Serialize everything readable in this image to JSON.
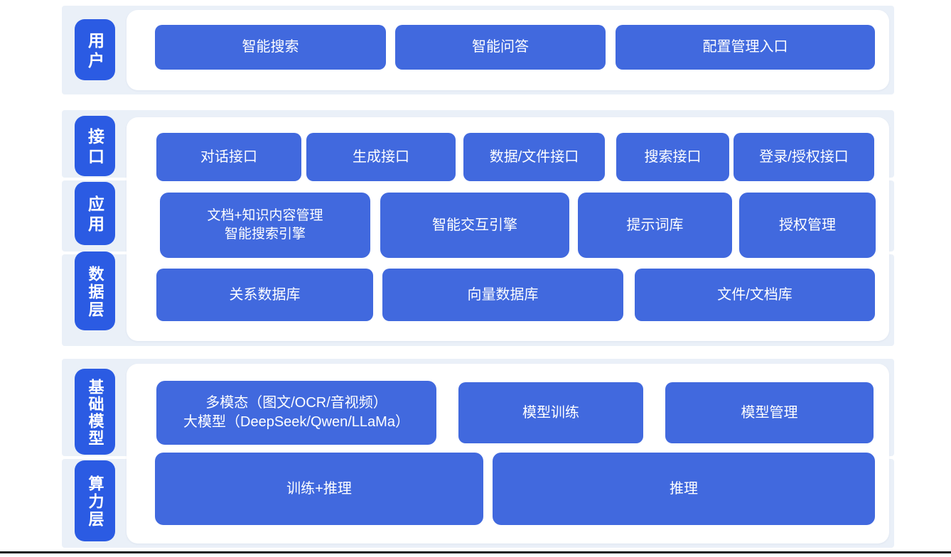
{
  "colors": {
    "tab_blue": "#2B5BE3",
    "node_blue": "#4169DE",
    "section_bg": "#EAF0F8",
    "rule_color": "#161616"
  },
  "sections": [
    {
      "tabs": [
        {
          "label": "用户"
        }
      ],
      "rows": [
        {
          "buttons": [
            {
              "label": "智能搜索"
            },
            {
              "label": "智能问答"
            },
            {
              "label": "配置管理入口"
            }
          ]
        }
      ]
    },
    {
      "tabs": [
        {
          "label": "接口"
        },
        {
          "label": "应用"
        },
        {
          "label": "数据层"
        }
      ],
      "rows": [
        {
          "buttons": [
            {
              "label": "对话接口"
            },
            {
              "label": "生成接口"
            },
            {
              "label": "数据/文件接口"
            },
            {
              "label": "搜索接口"
            },
            {
              "label": "登录/授权接口"
            }
          ]
        },
        {
          "buttons": [
            {
              "label": "文档+知识内容管理\n智能搜索引擎"
            },
            {
              "label": "智能交互引擎"
            },
            {
              "label": "提示词库"
            },
            {
              "label": "授权管理"
            }
          ]
        },
        {
          "buttons": [
            {
              "label": "关系数据库"
            },
            {
              "label": "向量数据库"
            },
            {
              "label": "文件/文档库"
            }
          ]
        }
      ]
    },
    {
      "tabs": [
        {
          "label": "基础模型"
        },
        {
          "label": "算力层"
        }
      ],
      "rows": [
        {
          "buttons": [
            {
              "label": "多模态（图文/OCR/音视频）\n大模型（DeepSeek/Qwen/LLaMa）"
            },
            {
              "label": "模型训练"
            },
            {
              "label": "模型管理"
            }
          ]
        },
        {
          "buttons": [
            {
              "label": "训练+推理"
            },
            {
              "label": "推理"
            }
          ]
        }
      ]
    }
  ]
}
